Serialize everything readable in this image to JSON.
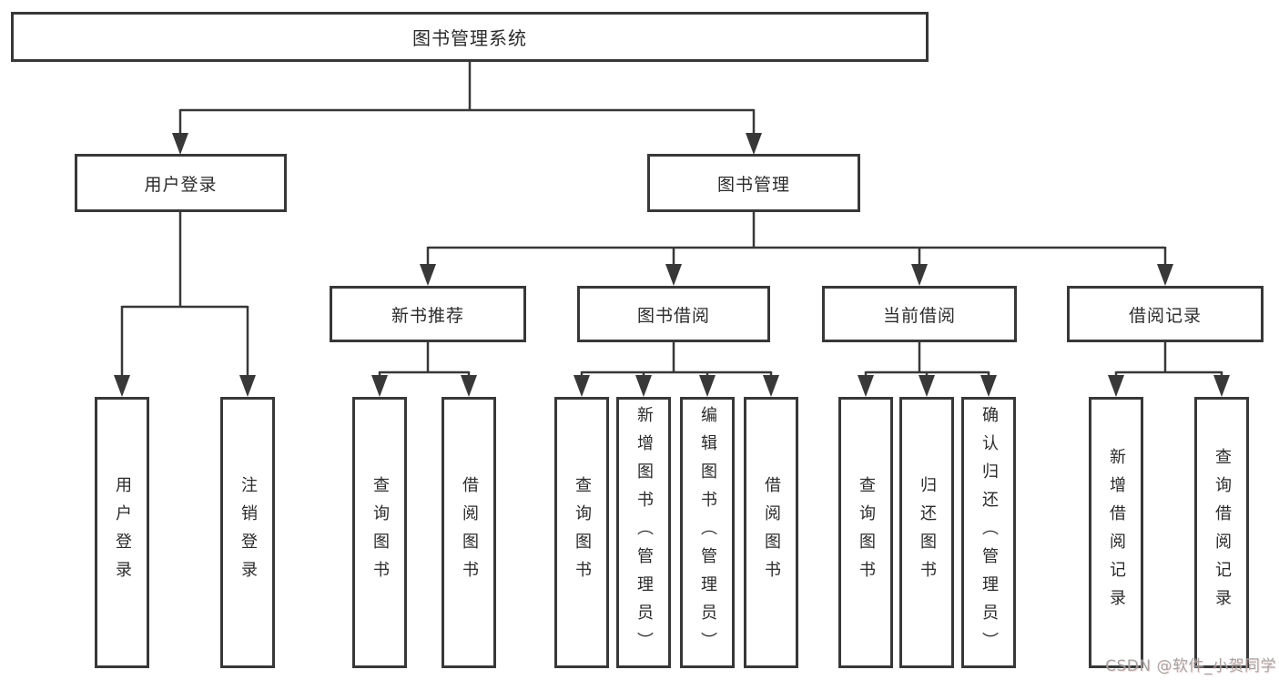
{
  "colors": {
    "line": "#383838",
    "box_border": "#383838",
    "text": "#2b2b2b",
    "background": "#ffffff",
    "watermark_text": "#9e9e9e"
  },
  "diagram": {
    "root": "图书管理系统",
    "branches": [
      {
        "label": "用户登录",
        "children": [
          "用户登录",
          "注销登录"
        ]
      },
      {
        "label": "图书管理",
        "children": [
          {
            "label": "新书推荐",
            "children": [
              "查询图书",
              "借阅图书"
            ]
          },
          {
            "label": "图书借阅",
            "children": [
              "查询图书",
              "新增图书（管理员）",
              "编辑图书（管理员）",
              "借阅图书"
            ]
          },
          {
            "label": "当前借阅",
            "children": [
              "查询图书",
              "归还图书",
              "确认归还（管理员）"
            ]
          },
          {
            "label": "借阅记录",
            "children": [
              "新增借阅记录",
              "查询借阅记录"
            ]
          }
        ]
      }
    ]
  },
  "watermark": "CSDN @软件_小贺同学"
}
